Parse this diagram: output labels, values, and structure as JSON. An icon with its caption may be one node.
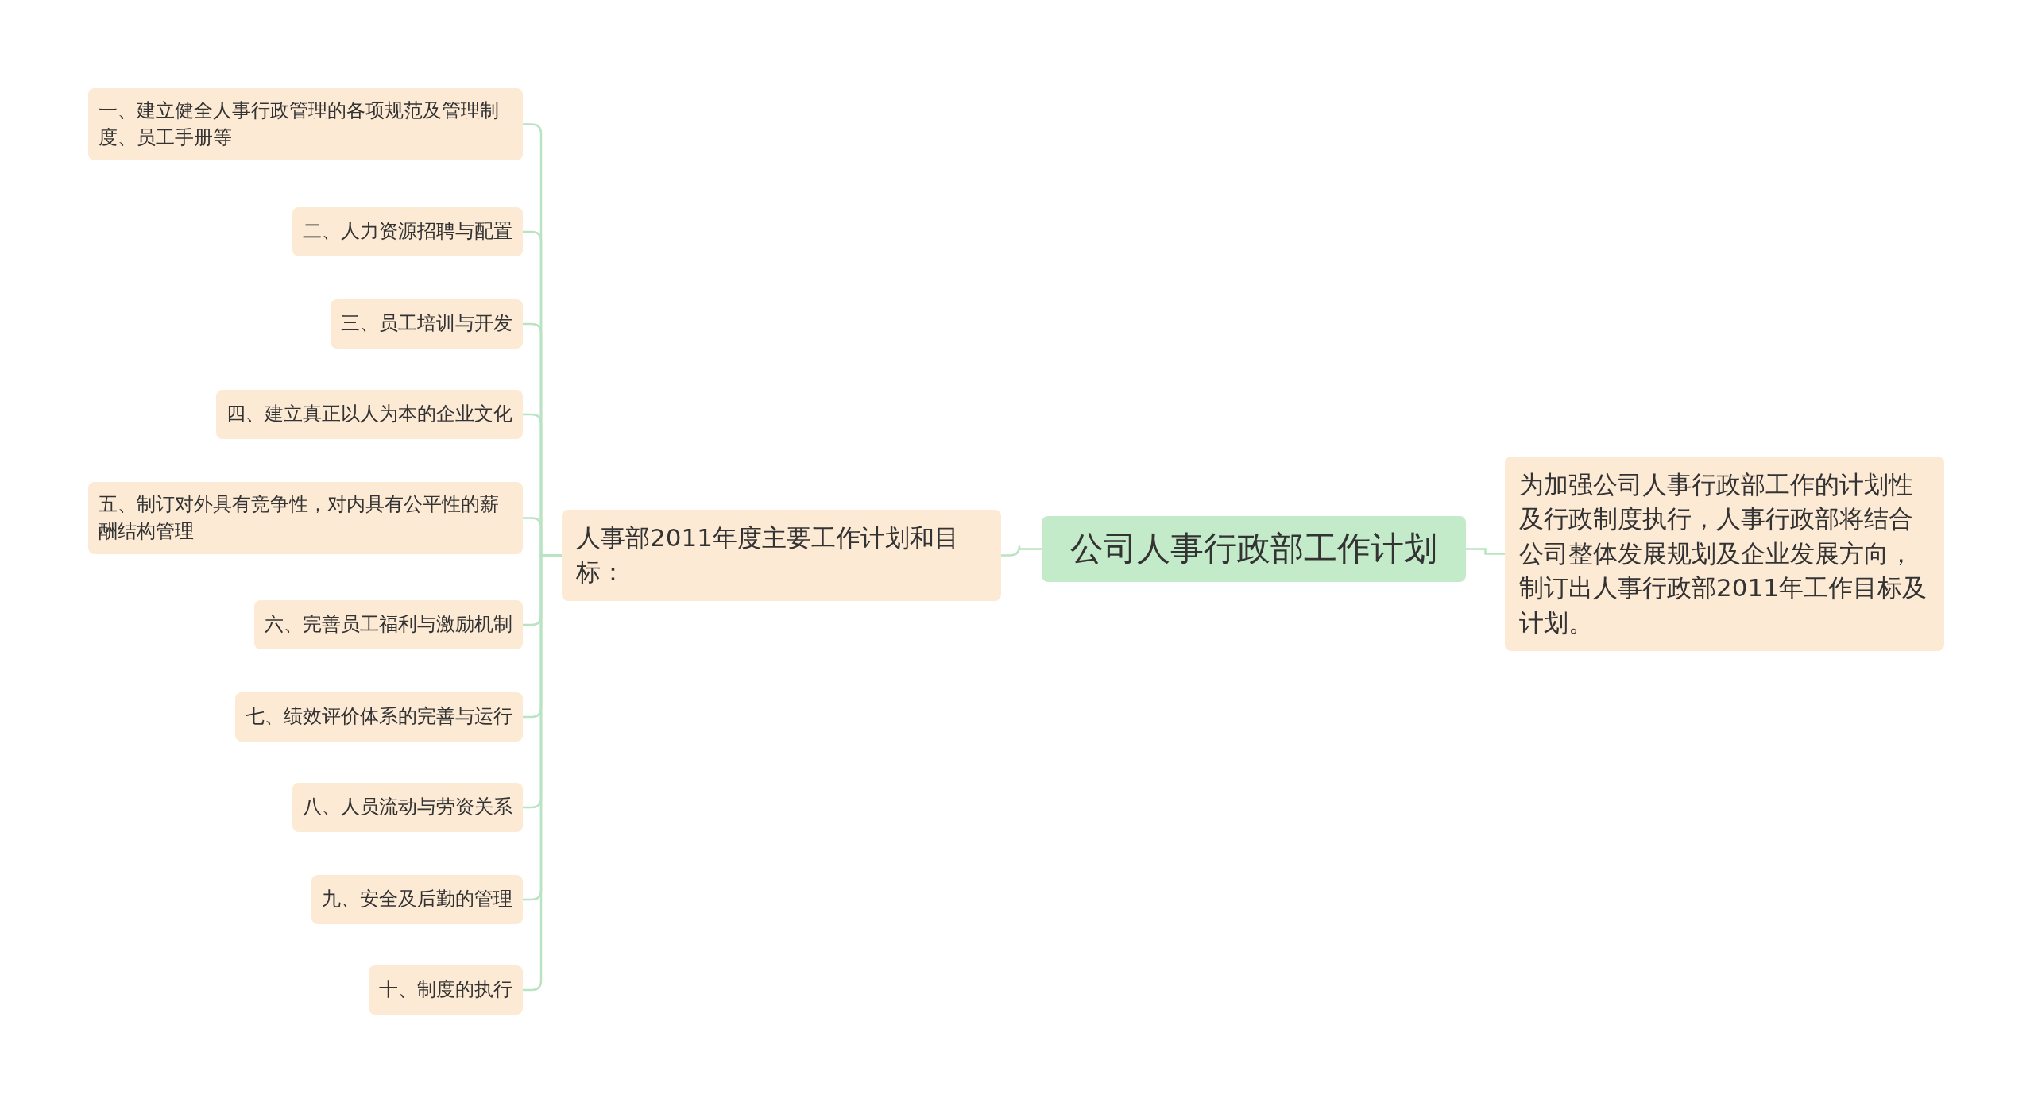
{
  "diagram": {
    "nodes": [
      {
        "text": [
          "公司人事行政部工作计划"
        ]
      },
      {
        "text": [
          "为加强公司人事行政部工作的计划性及行政制度执行，人事行政部将结合公司整体发展规划及企业发展方向，制订出人事行政部2011年工作目标及计划。"
        ]
      },
      {
        "text": [
          "人事部2011年度主要工作计划和目标："
        ]
      },
      {
        "text": [
          "一、建立健全人事行政管理的各项规范及管理制度、员工手册等"
        ]
      },
      {
        "text": [
          "二、人力资源招聘与配置"
        ]
      },
      {
        "text": [
          "三、员工培训与开发"
        ]
      },
      {
        "text": [
          "四、建立真正以人为本的企业文化"
        ]
      },
      {
        "text": [
          "五、制订对外具有竞争性，对内具有公平性的薪酬结构管理"
        ]
      },
      {
        "text": [
          "六、完善员工福利与激励机制"
        ]
      },
      {
        "text": [
          "七、绩效评价体系的完善与运行"
        ]
      },
      {
        "text": [
          "八、人员流动与劳资关系"
        ]
      },
      {
        "text": [
          "九、安全及后勤的管理"
        ]
      },
      {
        "text": [
          "十、制度的执行"
        ]
      }
    ],
    "edges": [
      {
        "from": 0,
        "to": 1,
        "arrow": "none"
      },
      {
        "from": 0,
        "to": 2,
        "arrow": "none"
      },
      {
        "from": 2,
        "to": 3,
        "arrow": "none"
      },
      {
        "from": 2,
        "to": 4,
        "arrow": "none"
      },
      {
        "from": 2,
        "to": 5,
        "arrow": "none"
      },
      {
        "from": 2,
        "to": 6,
        "arrow": "none"
      },
      {
        "from": 2,
        "to": 7,
        "arrow": "none"
      },
      {
        "from": 2,
        "to": 8,
        "arrow": "none"
      },
      {
        "from": 2,
        "to": 9,
        "arrow": "none"
      },
      {
        "from": 2,
        "to": 10,
        "arrow": "none"
      },
      {
        "from": 2,
        "to": 11,
        "arrow": "none"
      },
      {
        "from": 2,
        "to": 12,
        "arrow": "none"
      }
    ]
  }
}
